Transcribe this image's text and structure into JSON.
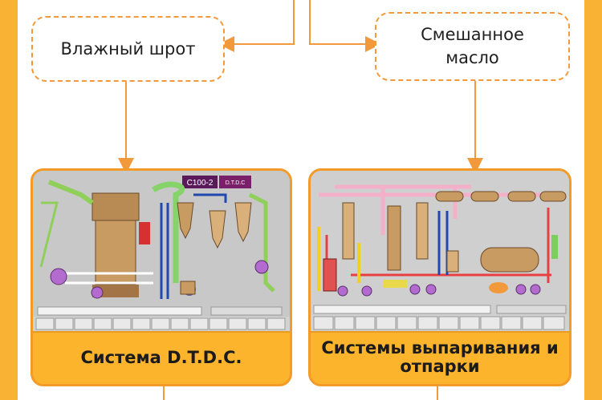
{
  "nodes": {
    "wet_meal": "Влажный шрот",
    "mixed_oil": "Смешанное\nмасло"
  },
  "cards": {
    "dtdc": {
      "caption": "Система D.T.D.C.",
      "screen_title": "C100-2",
      "screen_subtitle": "D.T.D.C"
    },
    "evap": {
      "caption": "Системы выпаривания и\nотпарки"
    }
  },
  "colors": {
    "frame": "#f9b233",
    "arrow": "#f29a3b",
    "card_fill": "#fbb42c",
    "screen_bg": "#c9c9c9"
  }
}
